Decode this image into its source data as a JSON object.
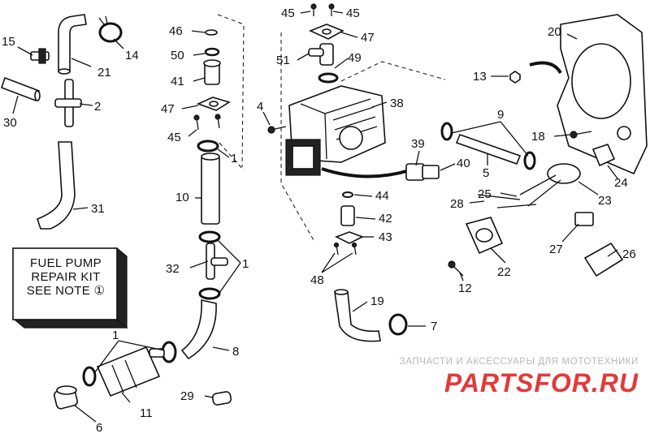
{
  "callouts": {
    "c1a": "1",
    "c1b": "1",
    "c1c": "1",
    "c2": "2",
    "c4": "4",
    "c5": "5",
    "c6": "6",
    "c7": "7",
    "c8": "8",
    "c9": "9",
    "c10": "10",
    "c11": "11",
    "c12": "12",
    "c13": "13",
    "c14": "14",
    "c15": "15",
    "c18": "18",
    "c19": "19",
    "c20": "20",
    "c21": "21",
    "c22": "22",
    "c23": "23",
    "c24": "24",
    "c25": "25",
    "c26": "26",
    "c27": "27",
    "c28": "28",
    "c29": "29",
    "c30": "30",
    "c31": "31",
    "c32": "32",
    "c38": "38",
    "c39": "39",
    "c40": "40",
    "c41": "41",
    "c42": "42",
    "c43": "43",
    "c44": "44",
    "c45a": "45",
    "c45b": "45",
    "c45c": "45",
    "c46": "46",
    "c47a": "47",
    "c47b": "47",
    "c48": "48",
    "c49": "49",
    "c50": "50",
    "c51": "51"
  },
  "repair_kit": {
    "line1": "FUEL PUMP",
    "line2": "REPAIR KIT",
    "line3": "SEE NOTE ①"
  },
  "watermark": {
    "tagline": "ЗАПЧАСТИ И АКСЕССУАРЫ ДЛЯ МОТОТЕХНИКИ",
    "logo": "PARTSFOR.RU",
    "color": "#e23a3a"
  }
}
